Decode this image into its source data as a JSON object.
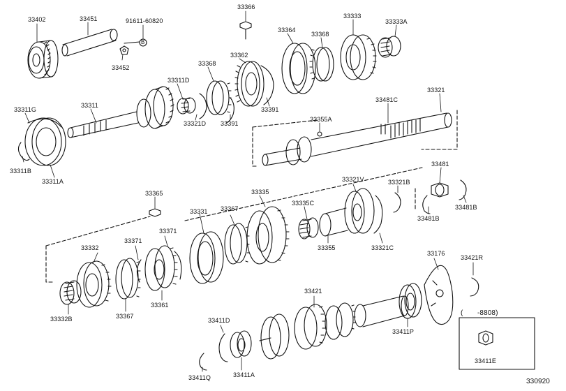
{
  "diagram": {
    "diagram_id": "330920",
    "variant_note": "-8808)",
    "variant_open": "(",
    "part_labels": {
      "p33402": "33402",
      "p33451": "33451",
      "p91611": "91611-60820",
      "pB": "B",
      "p33452": "33452",
      "p33366": "33366",
      "p33364": "33364",
      "p33368a": "33368",
      "p33333": "33333",
      "p33333A": "33333A",
      "p33368b": "33368",
      "p33362": "33362",
      "p33311D": "33311D",
      "p33311G": "33311G",
      "p33311": "33311",
      "p33321D": "33321D",
      "p33391a": "33391",
      "p33391b": "33391",
      "p33321": "33321",
      "p33481C": "33481C",
      "p33355A": "33355A",
      "p33311B": "33311B",
      "p33311A": "33311A",
      "p33365": "33365",
      "p33335": "33335",
      "p33321V": "33321V",
      "p33321B": "33321B",
      "p33481": "33481",
      "p33331": "33331",
      "p33367a": "33367",
      "p33335C": "33335C",
      "p33481B1": "33481B",
      "p33481B2": "33481B",
      "p33371a": "33371",
      "p33371b": "33371",
      "p33332": "33332",
      "p33355": "33355",
      "p33321C": "33321C",
      "p33176": "33176",
      "p33421R": "33421R",
      "p33332B": "33332B",
      "p33367b": "33367",
      "p33361": "33361",
      "p33421": "33421",
      "p33411P": "33411P",
      "p33411D": "33411D",
      "p33411E": "33411E",
      "p33411Q": "33411Q",
      "p33411A": "33411A"
    }
  }
}
